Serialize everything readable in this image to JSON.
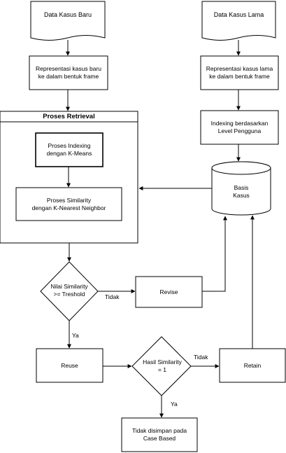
{
  "nodes": {
    "data_baru": "Data Kasus Baru",
    "data_lama": "Data Kasus Lama",
    "rep_baru": "Representasi kasus baru\nke dalam bentuk frame",
    "rep_lama": "Representasi kasus lama\nke dalam bentuk frame",
    "proses_retrieval": "Proses Retrieval",
    "indexing_kmeans": "Proses Indexing\ndengan K-Means",
    "similarity_knn": "Proses Similarity\ndengan K-Nearest Neighbor",
    "indexing_level": "Indexing berdasarkan\nLevel Pengguna",
    "basis_kasus": "Basis\nKasus",
    "nilai_similarity": "Nilai Similarity\n>= Treshold",
    "revise": "Revise",
    "reuse": "Reuse",
    "hasil_similarity": "Hasil Similarity\n= 1",
    "retain": "Retain",
    "tidak_disimpan": "Tidak disimpan pada\nCase Based"
  },
  "edges": {
    "tidak_1": "Tidak",
    "ya_1": "Ya",
    "tidak_2": "Tidak",
    "ya_2": "Ya"
  }
}
